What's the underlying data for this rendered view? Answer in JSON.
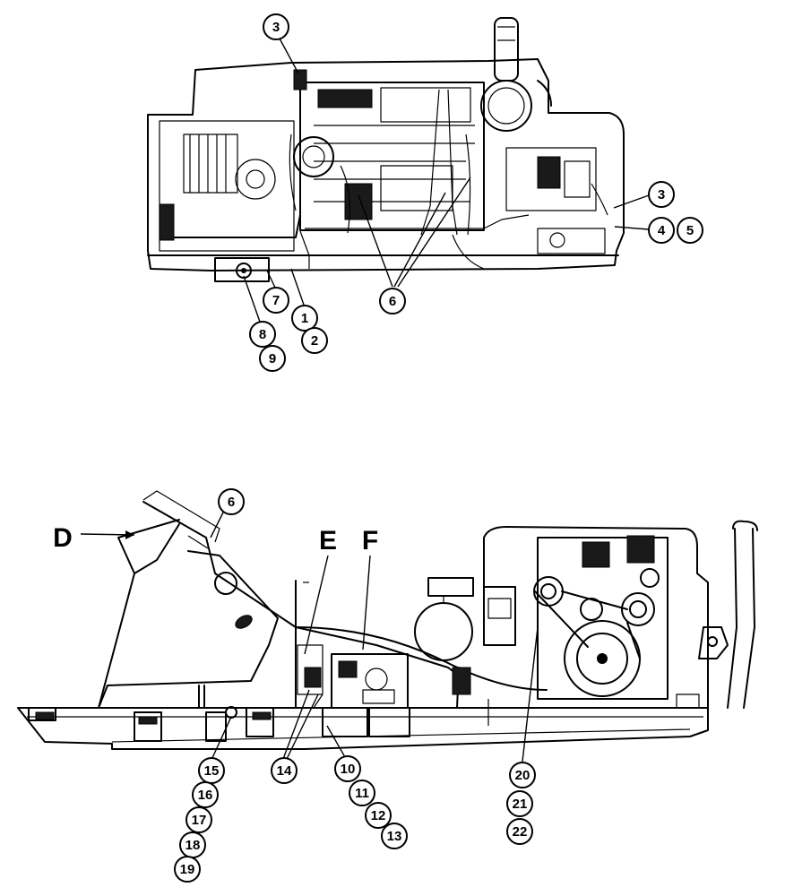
{
  "colors": {
    "ink": "#000000",
    "background": "#ffffff"
  },
  "top_view": {
    "callouts": [
      "3",
      "3",
      "4",
      "5",
      "6",
      "7",
      "1",
      "2",
      "8",
      "9"
    ]
  },
  "side_view": {
    "view_labels": [
      "D",
      "E",
      "F"
    ],
    "callouts": [
      "6",
      "14",
      "15",
      "16",
      "17",
      "18",
      "19",
      "10",
      "11",
      "12",
      "13",
      "20",
      "21",
      "22"
    ]
  }
}
